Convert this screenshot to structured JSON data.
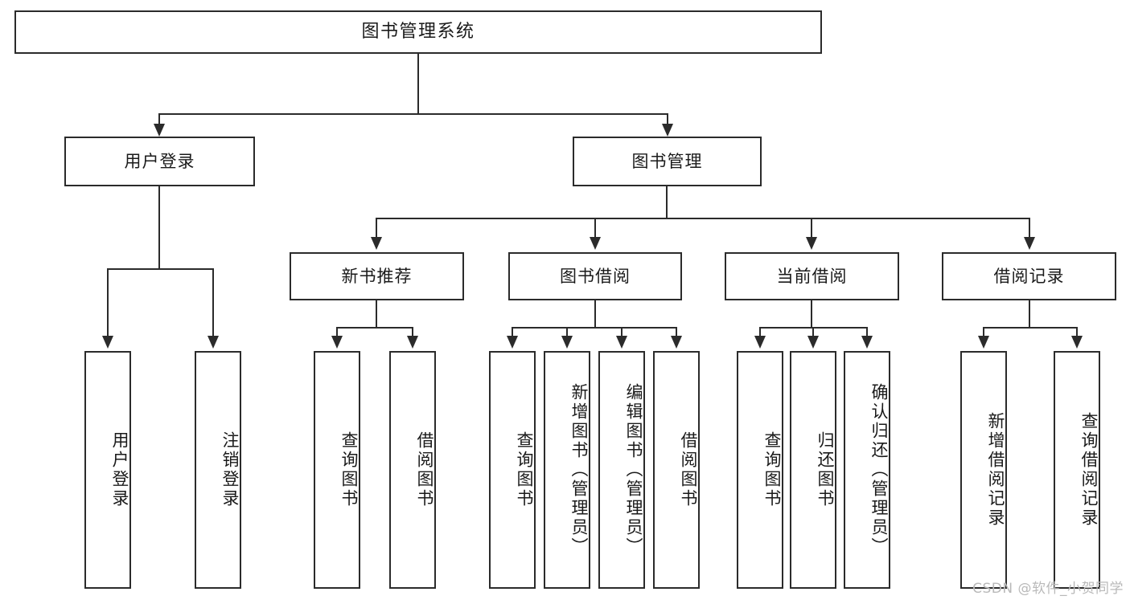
{
  "diagram": {
    "type": "tree-hierarchy",
    "title": "图书管理系统",
    "root": {
      "label": "图书管理系统"
    },
    "level2": [
      {
        "id": "user-login",
        "label": "用户登录"
      },
      {
        "id": "book-manage",
        "label": "图书管理"
      }
    ],
    "level3": [
      {
        "id": "new-book-rec",
        "label": "新书推荐",
        "parent": "book-manage"
      },
      {
        "id": "book-borrow",
        "label": "图书借阅",
        "parent": "book-manage"
      },
      {
        "id": "current-borrow",
        "label": "当前借阅",
        "parent": "book-manage"
      },
      {
        "id": "borrow-record",
        "label": "借阅记录",
        "parent": "book-manage"
      }
    ],
    "leaves": {
      "user_login": [
        {
          "id": "leaf-user-login",
          "label": "用户登录"
        },
        {
          "id": "leaf-logout",
          "label": "注销登录"
        }
      ],
      "new_book_rec": [
        {
          "id": "leaf-query-book-1",
          "label": "查询图书"
        },
        {
          "id": "leaf-borrow-book-1",
          "label": "借阅图书"
        }
      ],
      "book_borrow": [
        {
          "id": "leaf-query-book-2",
          "label": "查询图书"
        },
        {
          "id": "leaf-add-book",
          "label": "新增图书（管理员）"
        },
        {
          "id": "leaf-edit-book",
          "label": "编辑图书（管理员）"
        },
        {
          "id": "leaf-borrow-book-2",
          "label": "借阅图书"
        }
      ],
      "current_borrow": [
        {
          "id": "leaf-query-book-3",
          "label": "查询图书"
        },
        {
          "id": "leaf-return-book",
          "label": "归还图书"
        },
        {
          "id": "leaf-confirm-return",
          "label": "确认归还（管理员）"
        }
      ],
      "borrow_record": [
        {
          "id": "leaf-add-record",
          "label": "新增借阅记录"
        },
        {
          "id": "leaf-query-record",
          "label": "查询借阅记录"
        }
      ]
    },
    "watermark": "CSDN @软件_小贺同学",
    "colors": {
      "stroke": "#2b2b2b",
      "fill": "#ffffff",
      "text": "#1a1a1a",
      "watermark": "#b9b9b9"
    }
  }
}
